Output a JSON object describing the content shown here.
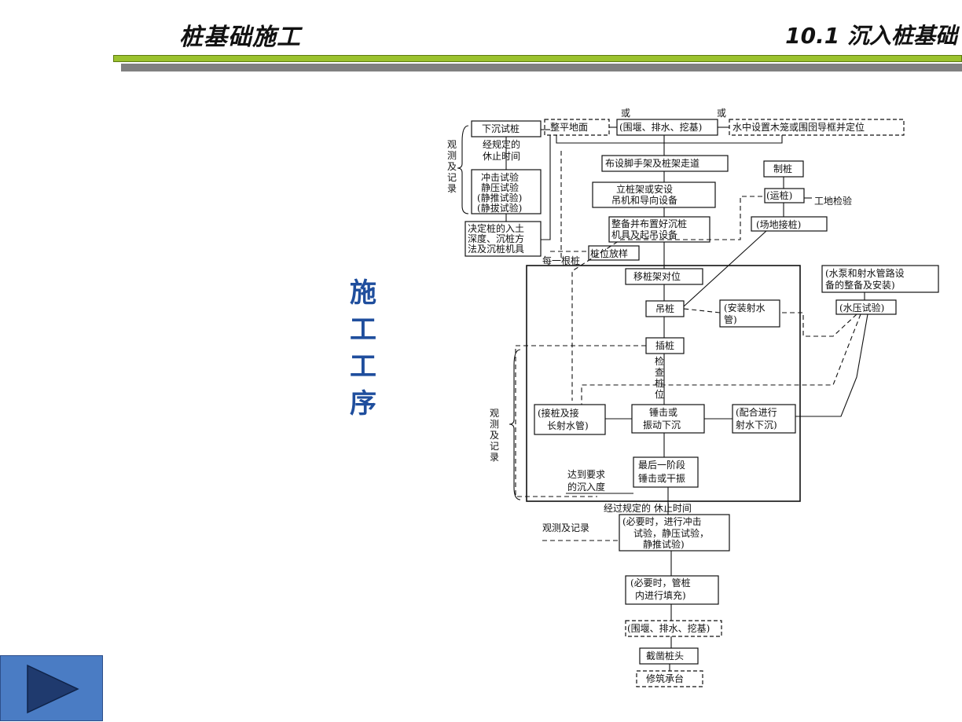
{
  "header": {
    "left_title": "桩基础施工",
    "right_title": "10.1 沉入桩基础"
  },
  "side_title": [
    "施",
    "工",
    "工",
    "序"
  ],
  "nav": {
    "icon": "play-triangle-icon"
  },
  "colors": {
    "green_bar": "#9bc22e",
    "gray_bar": "#808080",
    "side_title": "#1f4e9d",
    "nav_button": "#4a7cc4"
  },
  "diagram": {
    "or1": "或",
    "or2": "或",
    "trial_sink": "下沉试桩",
    "rest_time": [
      "经规定的",
      "休止时间"
    ],
    "tests": [
      "冲击试验",
      "静压试验",
      "(静推试验)",
      "(静拔试验)"
    ],
    "decide": [
      "决定桩的入土",
      "深度、沉桩方",
      "法及沉桩机具"
    ],
    "observe_left": [
      "观",
      "测",
      "及",
      "记",
      "录"
    ],
    "level_ground": "整平地面",
    "cofferdam_top": "(围堰、排水、挖基)",
    "water_frame": "水中设置木笼或围囹导框并定位",
    "scaffold": "布设脚手架及桩架走道",
    "erect": [
      "立桩架或安设",
      "吊机和导向设备"
    ],
    "prepare": [
      "整备并布置好沉桩",
      "机具及起吊设备"
    ],
    "layout": "桩位放样",
    "each_pile": "每一根桩",
    "make_pile": "制桩",
    "transport": "(运桩)",
    "site_inspect": "工地检验",
    "site_joint": "(场地接桩)",
    "pump": [
      "(水泵和射水管路设",
      "备的整备及安装)"
    ],
    "water_test": "(水压试验)",
    "move_frame": "移桩架对位",
    "lift": "吊桩",
    "install_jet": [
      "(安装射水",
      "管)"
    ],
    "insert": "插桩",
    "check": [
      "检",
      "查",
      "桩",
      "位"
    ],
    "joint_ext": [
      "(接桩及接",
      "长射水管)"
    ],
    "hammer": [
      "锤击或",
      "振动下沉"
    ],
    "jet_sink": [
      "(配合进行",
      "射水下沉)"
    ],
    "final": [
      "最后一阶段",
      "锤击或干振"
    ],
    "reach": [
      "达到要求",
      "的沉入度"
    ],
    "after_rest": "经过规定的   休止时间",
    "observe_bottom": "观测及记录",
    "optional_test": [
      "(必要时，进行冲击",
      "试验，静压试验，",
      "静推试验)"
    ],
    "fill": [
      "(必要时，管桩",
      "内进行填充)"
    ],
    "cofferdam_bottom": "(围堰、排水、挖基)",
    "cut_head": "截凿桩头",
    "cap": "修筑承台"
  }
}
